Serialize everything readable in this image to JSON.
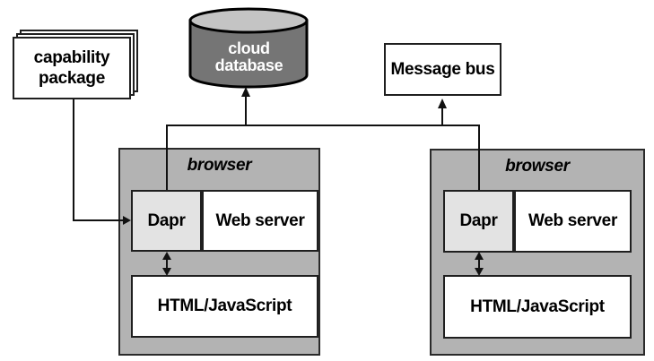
{
  "diagram": {
    "capability_package": {
      "line1": "capability",
      "line2": "package"
    },
    "cloud_database": {
      "line1": "cloud",
      "line2": "database"
    },
    "message_bus": {
      "label": "Message bus"
    },
    "browsers": [
      {
        "title": "browser",
        "dapr_label": "Dapr",
        "web_server_label": "Web server",
        "html_label": "HTML/JavaScript"
      },
      {
        "title": "browser",
        "dapr_label": "Dapr",
        "web_server_label": "Web server",
        "html_label": "HTML/JavaScript"
      }
    ],
    "colors": {
      "background": "#ffffff",
      "browser_fill": "#b3b3b3",
      "dapr_fill": "#e3e3e3",
      "box_fill": "#ffffff",
      "cylinder_body": "#757575",
      "cylinder_top": "#c4c4c4",
      "outline": "#1f1f1f",
      "connector": "#111111",
      "text": "#000000",
      "cylinder_text": "#ffffff"
    }
  }
}
